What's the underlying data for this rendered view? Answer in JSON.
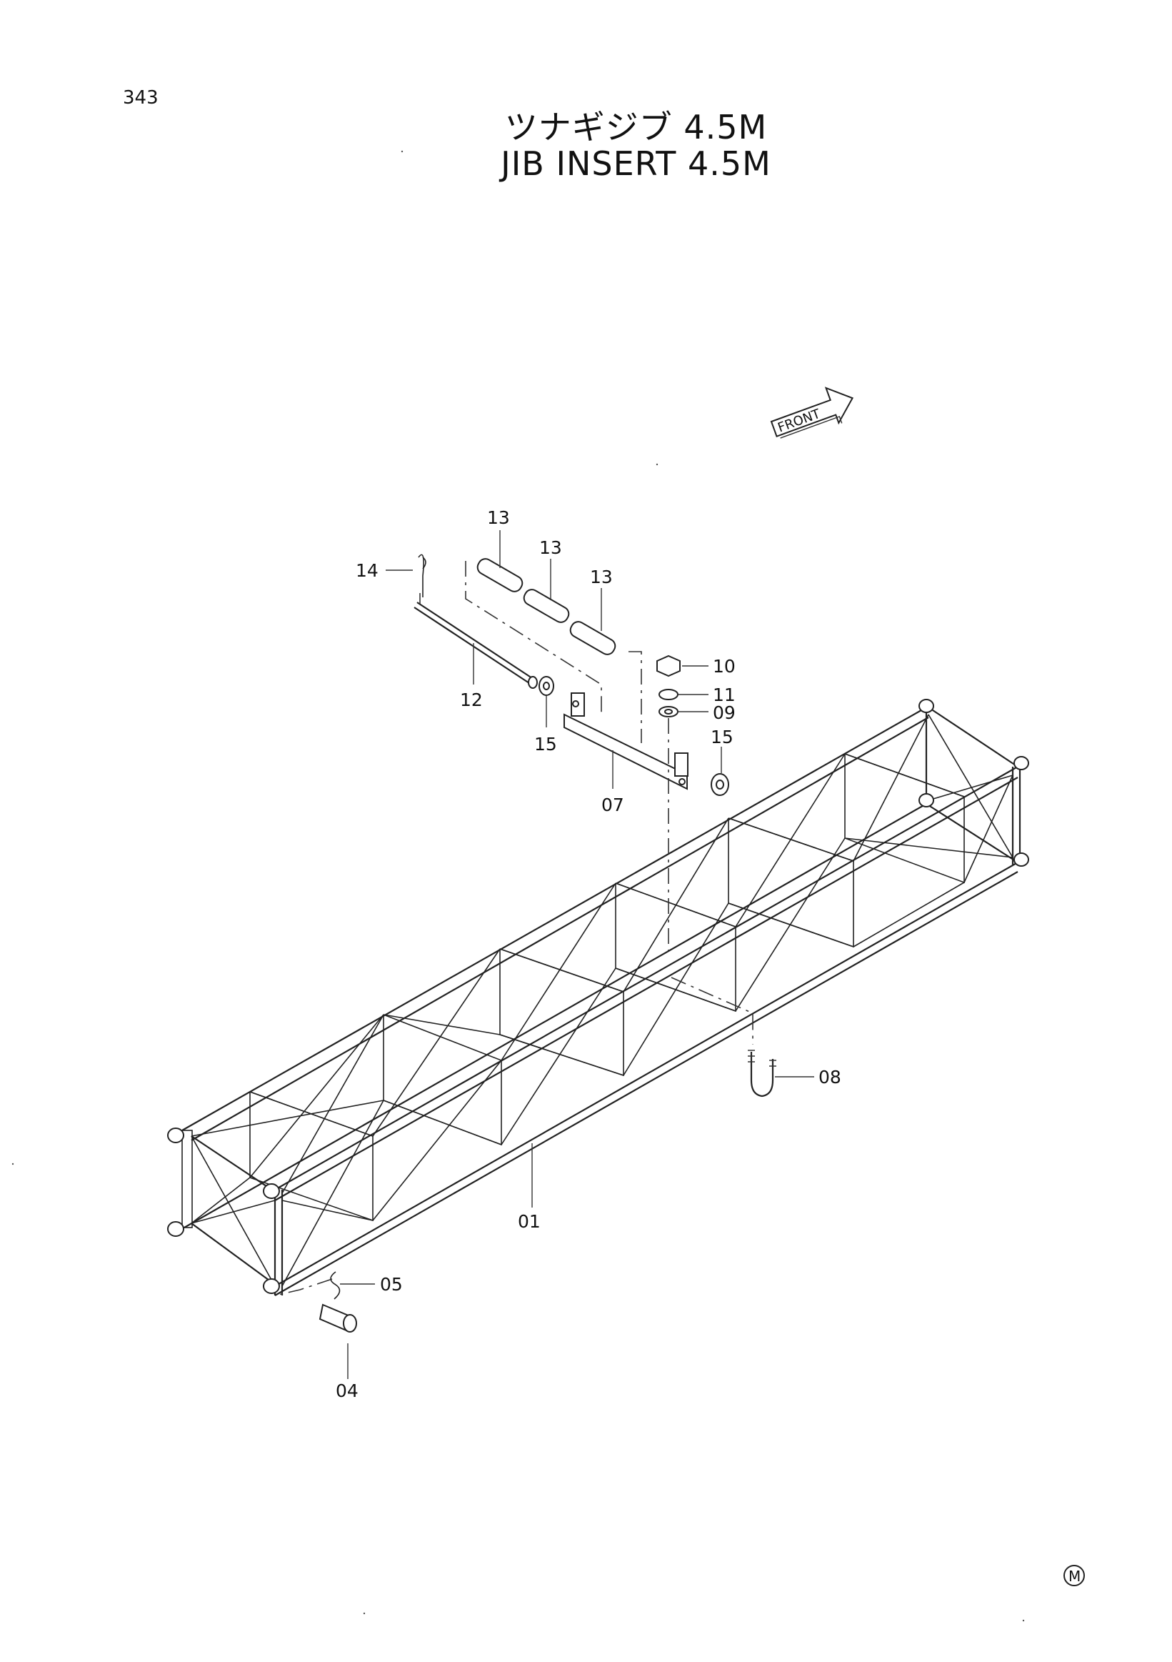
{
  "page_number": "343",
  "title_jp": "ツナギジブ 4.5M",
  "title_en": "JIB INSERT 4.5M",
  "front_label": "FRONT",
  "maker_mark": "M",
  "callouts": {
    "c01": "01",
    "c04": "04",
    "c05": "05",
    "c07": "07",
    "c08": "08",
    "c09": "09",
    "c10": "10",
    "c11": "11",
    "c12": "12",
    "c13a": "13",
    "c13b": "13",
    "c13c": "13",
    "c14": "14",
    "c15a": "15",
    "c15b": "15"
  }
}
